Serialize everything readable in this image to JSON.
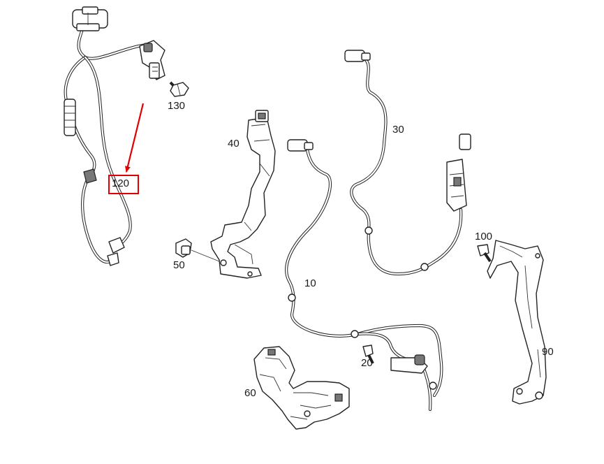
{
  "labels": {
    "p10": "10",
    "p20": "20",
    "p30": "30",
    "p40": "40",
    "p50": "50",
    "p60": "60",
    "p90": "90",
    "p100": "100",
    "p120": "120",
    "p130": "130"
  },
  "highlight": {
    "part": "120",
    "color": "#e00000"
  }
}
